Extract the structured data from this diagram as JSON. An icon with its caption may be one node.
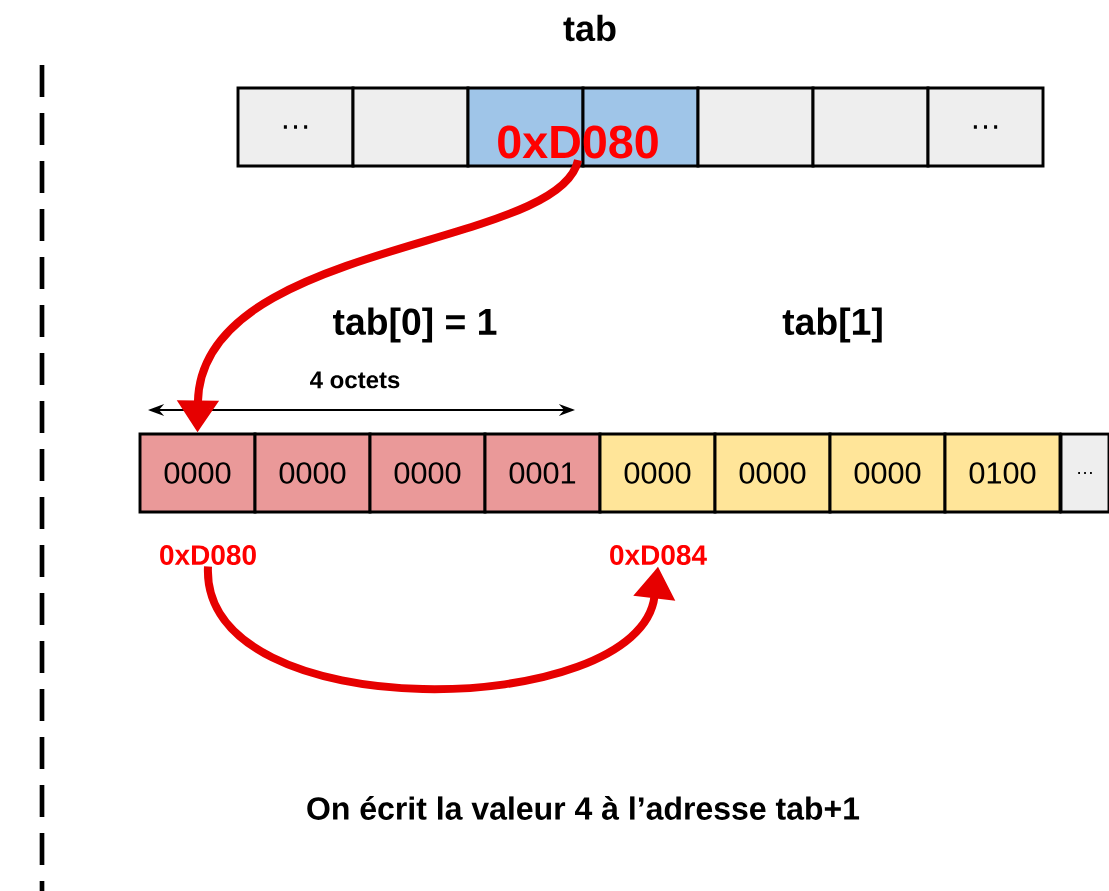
{
  "diagram": {
    "title": "tab",
    "caption": "On écrit la valeur 4 à l’adresse tab+1",
    "nodes": [
      {
        "text": [
          "…"
        ]
      },
      {
        "text": [],
        "shape": "box"
      },
      {
        "text": [],
        "shape": "box"
      },
      {
        "text": [],
        "shape": "box"
      },
      {
        "text": [],
        "shape": "box"
      },
      {
        "text": [],
        "shape": "box"
      },
      {
        "text": [
          "…"
        ]
      },
      {
        "text": [
          "0xD080"
        ]
      },
      {
        "text": [
          "0000"
        ]
      },
      {
        "text": [
          "0000"
        ]
      },
      {
        "text": [
          "0000"
        ]
      },
      {
        "text": [
          "0001"
        ]
      },
      {
        "text": [
          "0000"
        ]
      },
      {
        "text": [
          "0000"
        ]
      },
      {
        "text": [
          "0000"
        ]
      },
      {
        "text": [
          "0100"
        ]
      },
      {
        "text": [
          "…"
        ]
      },
      {
        "text": [
          "0xD080"
        ]
      },
      {
        "text": [
          "0xD084"
        ]
      }
    ],
    "edges": [
      {
        "from": 7,
        "to": 8,
        "arrow": "to"
      },
      {
        "from": 17,
        "to": 18,
        "arrow": "to"
      }
    ],
    "labels": [
      "tab[0] = 1",
      "tab[1]",
      "4 octets"
    ]
  }
}
